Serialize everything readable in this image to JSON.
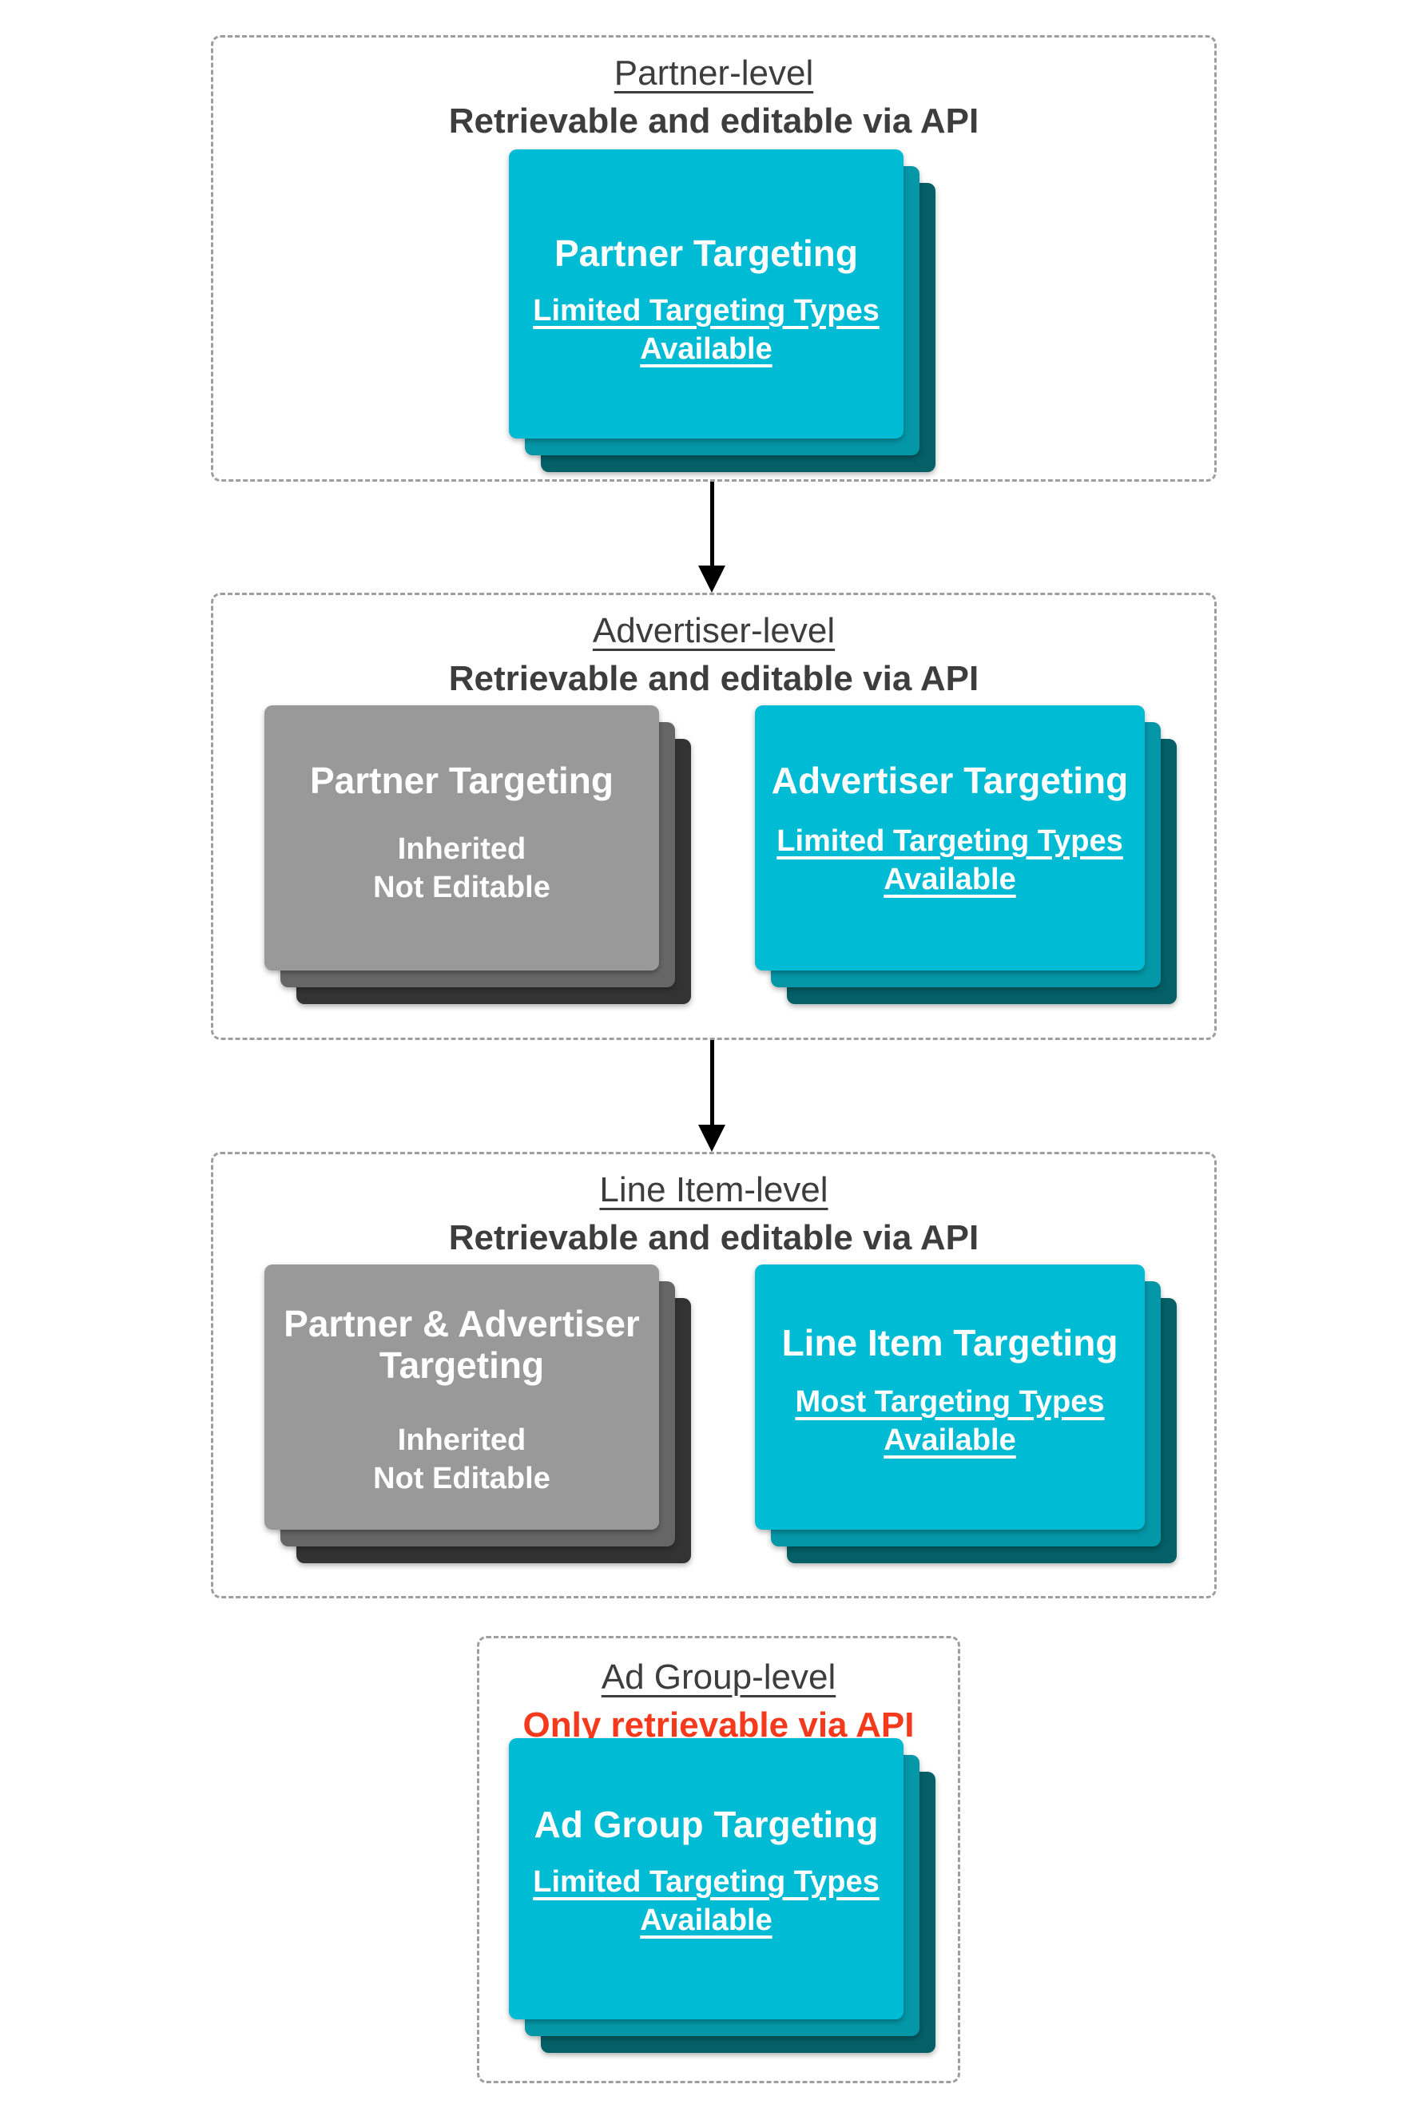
{
  "colors": {
    "card_cyan_front": "#00bbd4",
    "card_cyan_mid": "#0497a8",
    "card_cyan_back": "#045f66",
    "card_gray_front": "#999999",
    "card_gray_mid": "#666666",
    "card_gray_back": "#333333",
    "header_text": "#3d3d3d",
    "alert_red": "#f4391c",
    "dashed_border": "#9e9e9e",
    "arrow": "#000000",
    "card_text": "#ffffff"
  },
  "connector_icon": "down-arrow",
  "sections": [
    {
      "title": "Partner-level",
      "subtitle": "Retrievable and editable via API",
      "cards": [
        {
          "style": "cyan",
          "title": "Partner Targeting",
          "subtitle_line1": "Limited Targeting Types",
          "subtitle_line2": "Available"
        }
      ]
    },
    {
      "title": "Advertiser-level",
      "subtitle": "Retrievable and editable via API",
      "cards": [
        {
          "style": "gray",
          "title": "Partner Targeting",
          "subtitle_line1": "Inherited",
          "subtitle_line2": "Not Editable"
        },
        {
          "style": "cyan",
          "title": "Advertiser Targeting",
          "subtitle_line1": "Limited Targeting Types",
          "subtitle_line2": "Available"
        }
      ]
    },
    {
      "title": "Line Item-level",
      "subtitle": "Retrievable and editable via API",
      "cards": [
        {
          "style": "gray",
          "title_line1": "Partner & Advertiser",
          "title_line2": "Targeting",
          "subtitle_line1": "Inherited",
          "subtitle_line2": "Not Editable"
        },
        {
          "style": "cyan",
          "title": "Line Item Targeting",
          "subtitle_line1": "Most Targeting Types",
          "subtitle_line2": "Available"
        }
      ]
    },
    {
      "title": "Ad Group-level",
      "subtitle": "Only retrievable via API",
      "subtitle_color": "red",
      "cards": [
        {
          "style": "cyan",
          "title": "Ad Group Targeting",
          "subtitle_line1": "Limited Targeting Types",
          "subtitle_line2": "Available"
        }
      ]
    }
  ]
}
